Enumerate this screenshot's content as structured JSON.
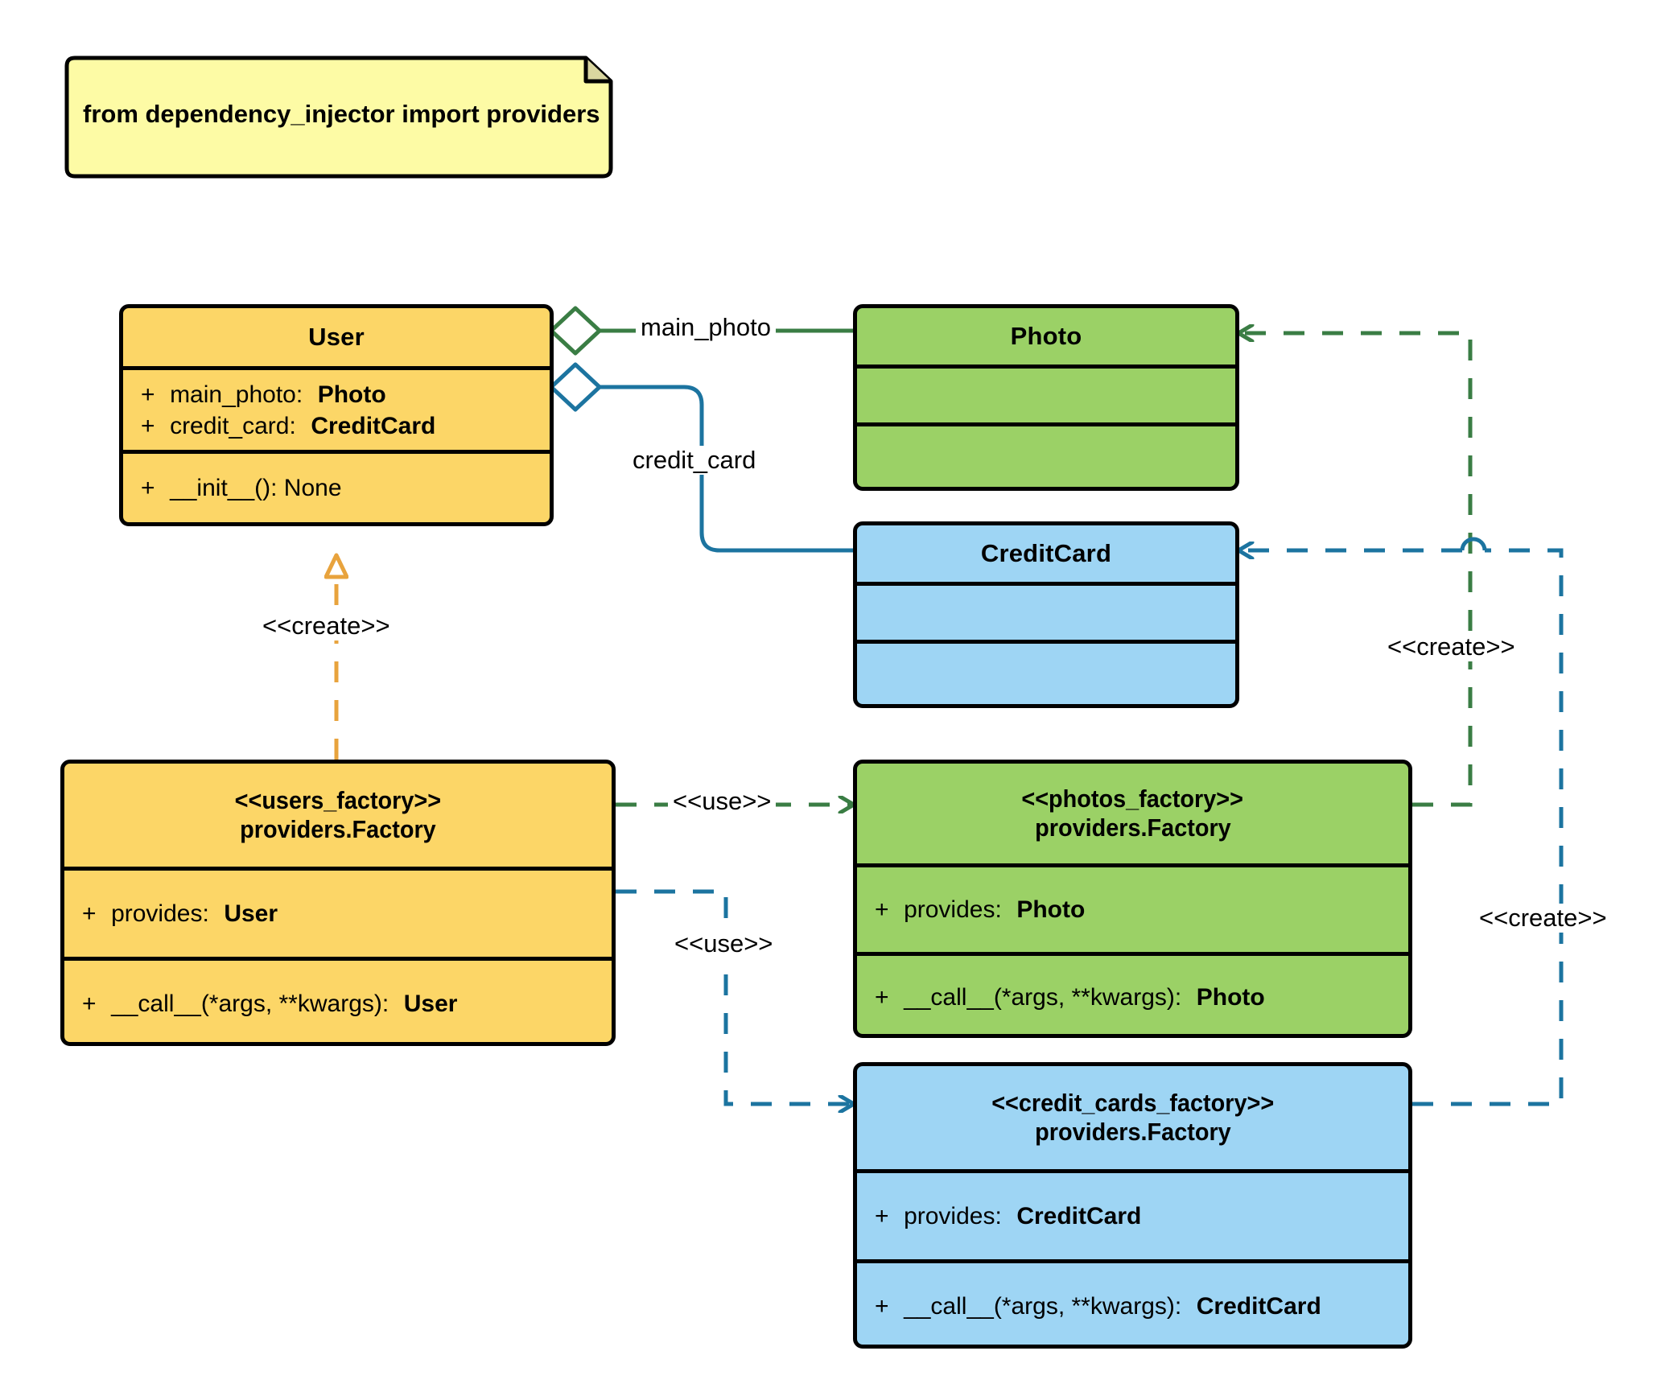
{
  "diagram": {
    "type": "uml-class-diagram",
    "title_note": "from dependency_injector import providers",
    "colors": {
      "yellow": "#FCD667",
      "green": "#9BD166",
      "blue": "#9ED5F4",
      "note": "#FDFBA5",
      "edge_green": "#3A7D44",
      "edge_blue": "#1C74A0",
      "edge_orange": "#E8A33D",
      "stroke": "#000000"
    }
  },
  "classes": {
    "user": {
      "name": "User",
      "attributes": [
        {
          "visibility": "+",
          "label": "main_photo:",
          "type": "Photo"
        },
        {
          "visibility": "+",
          "label": "credit_card:",
          "type": "CreditCard"
        }
      ],
      "methods": [
        {
          "visibility": "+",
          "label": "__init__(): None",
          "type": ""
        }
      ]
    },
    "photo": {
      "name": "Photo",
      "attributes": [],
      "methods": []
    },
    "credit_card": {
      "name": "CreditCard",
      "attributes": [],
      "methods": []
    },
    "users_factory": {
      "stereotype": "<<users_factory>>",
      "name": "providers.Factory",
      "attributes": [
        {
          "visibility": "+",
          "label": "provides:",
          "type": "User"
        }
      ],
      "methods": [
        {
          "visibility": "+",
          "label": "__call__(*args, **kwargs):",
          "type": "User"
        }
      ]
    },
    "photos_factory": {
      "stereotype": "<<photos_factory>>",
      "name": "providers.Factory",
      "attributes": [
        {
          "visibility": "+",
          "label": "provides:",
          "type": "Photo"
        }
      ],
      "methods": [
        {
          "visibility": "+",
          "label": "__call__(*args, **kwargs):",
          "type": "Photo"
        }
      ]
    },
    "credit_cards_factory": {
      "stereotype": "<<credit_cards_factory>>",
      "name": "providers.Factory",
      "attributes": [
        {
          "visibility": "+",
          "label": "provides:",
          "type": "CreditCard"
        }
      ],
      "methods": [
        {
          "visibility": "+",
          "label": "__call__(*args, **kwargs):",
          "type": "CreditCard"
        }
      ]
    }
  },
  "edges": {
    "aggregation_main_photo": {
      "label": "main_photo",
      "from": "User",
      "to": "Photo",
      "kind": "aggregation",
      "color": "#3A7D44"
    },
    "aggregation_credit_card": {
      "label": "credit_card",
      "from": "User",
      "to": "CreditCard",
      "kind": "aggregation",
      "color": "#1C74A0"
    },
    "create_user": {
      "label": "<<create>>",
      "from": "users_factory",
      "to": "User",
      "kind": "generalization-dashed",
      "color": "#E8A33D"
    },
    "use_photos_factory": {
      "label": "<<use>>",
      "from": "users_factory",
      "to": "photos_factory",
      "kind": "dependency",
      "color": "#3A7D44"
    },
    "use_credit_cards_factory": {
      "label": "<<use>>",
      "from": "users_factory",
      "to": "credit_cards_factory",
      "kind": "dependency",
      "color": "#1C74A0"
    },
    "create_photo": {
      "label": "<<create>>",
      "from": "photos_factory",
      "to": "Photo",
      "kind": "dependency",
      "color": "#3A7D44"
    },
    "create_credit_card": {
      "label": "<<create>>",
      "from": "credit_cards_factory",
      "to": "CreditCard",
      "kind": "dependency",
      "color": "#1C74A0"
    }
  }
}
